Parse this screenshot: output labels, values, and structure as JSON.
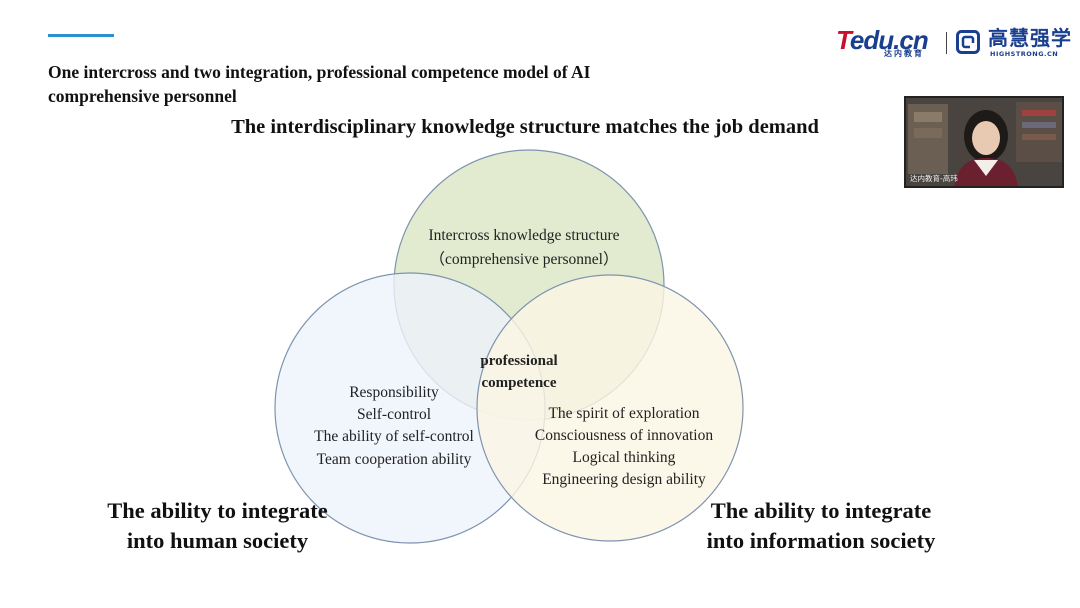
{
  "slide": {
    "title_lines": [
      "One intercross and two integration, professional competence model of AI",
      "comprehensive personnel"
    ],
    "headline": "The interdisciplinary knowledge structure matches the job demand",
    "accent_color": "#2a8fd4"
  },
  "logo": {
    "tedu_first": "T",
    "tedu_rest": "edu.cn",
    "tedu_sub": "达内教育",
    "hs_cn": "高慧强学",
    "hs_en": "HIGHSTRONG.CN",
    "colors": {
      "red": "#c8102e",
      "navy": "#1b3f8f"
    }
  },
  "venn": {
    "top": {
      "lines": [
        "Intercross knowledge structure",
        "（comprehensive personnel）"
      ],
      "fill": "#dde8c8"
    },
    "left": {
      "lines": [
        "Responsibility",
        "Self-control",
        "The ability of self-control",
        "Team cooperation ability"
      ],
      "fill": "#eef2fb"
    },
    "right": {
      "lines": [
        "The spirit of exploration",
        "Consciousness of innovation",
        "Logical thinking",
        "Engineering design ability"
      ],
      "fill": "#fbf6e4"
    },
    "center": {
      "lines": [
        "professional",
        "competence"
      ]
    },
    "stroke": "#7e93ae"
  },
  "bottom_labels": {
    "left": [
      "The ability to integrate",
      "into human society"
    ],
    "right": [
      "The ability to integrate",
      "into information society"
    ]
  },
  "video": {
    "caption": "达内教育-高玮"
  }
}
